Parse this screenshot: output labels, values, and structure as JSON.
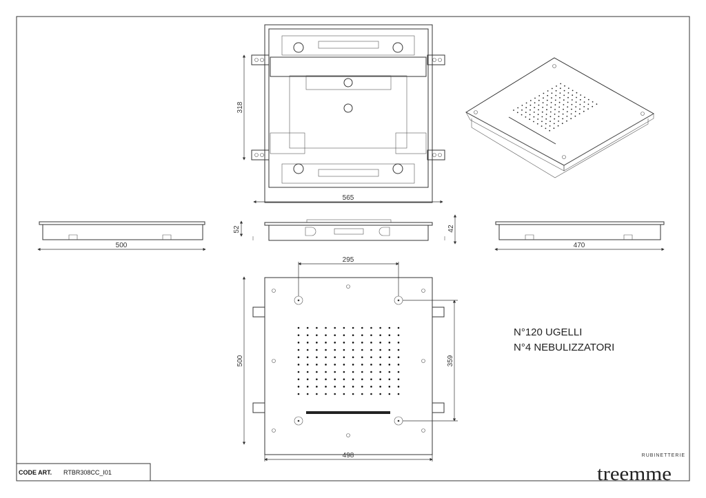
{
  "drawing": {
    "dimensions": {
      "top_width": "565",
      "top_depth": "318",
      "side_left_width": "500",
      "side_height_total": "52",
      "side_height_body": "42",
      "side_right_width": "470",
      "front_hole_spacing_x": "295",
      "front_height": "500",
      "front_hole_spacing_y": "359",
      "front_width": "498"
    },
    "notes": [
      "N°120 UGELLI",
      "N°4 NEBULIZZATORI"
    ],
    "nozzle_grid": {
      "columns": 12,
      "rows": 10
    }
  },
  "title_block": {
    "code_label": "CODE ART.",
    "code_value": "RTBR308CC_I01"
  },
  "logo": {
    "brand": "treemme",
    "tagline": "RUBINETTERIE"
  }
}
